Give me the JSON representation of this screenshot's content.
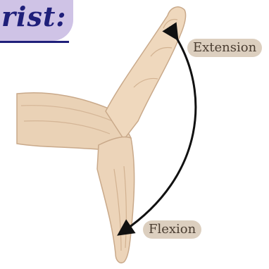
{
  "heading": {
    "text": "rist:"
  },
  "labels": {
    "extension": "Extension",
    "flexion": "Flexion"
  },
  "colors": {
    "heading_bg": "#cfc3e6",
    "heading_text": "#1f1f7a",
    "label_bg": "#dccfbf",
    "label_text": "#4a3d31",
    "skin": "#ead2b6",
    "arrow": "#111111"
  }
}
